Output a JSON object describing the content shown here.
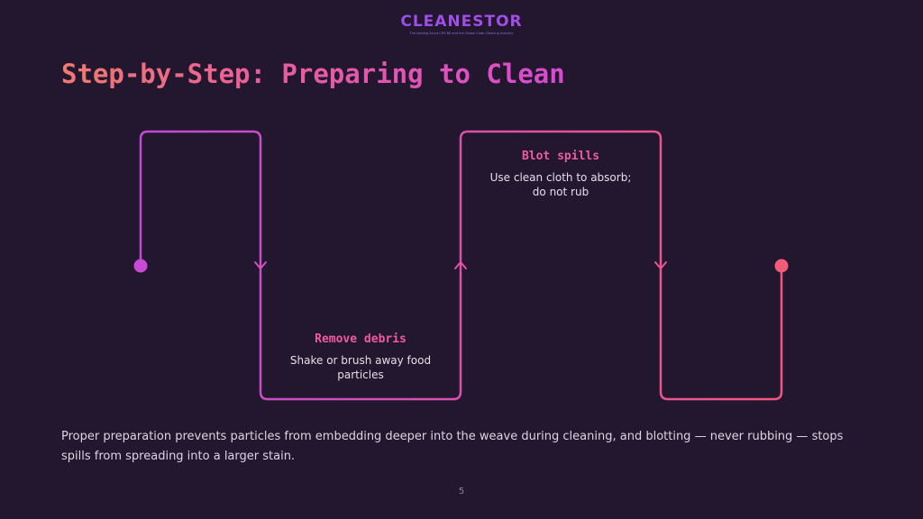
{
  "logo": {
    "name": "CLEANESTOR",
    "tagline": "The leading Scout CH5 BE and the Global Cloth Cleaning Industry"
  },
  "slide": {
    "title": "Step-by-Step: Preparing to Clean",
    "page_number": "5"
  },
  "steps": [
    {
      "title": "Remove debris",
      "description_lines": [
        "Shake or brush away food",
        "particles"
      ]
    },
    {
      "title": "Blot spills",
      "description_lines": [
        "Use clean cloth to absorb;",
        "do not rub"
      ]
    }
  ],
  "caption": {
    "lines": [
      "Proper preparation prevents particles from embedding deeper into the weave during cleaning, and blotting — never rubbing — stops",
      "spills from spreading into a larger stain."
    ]
  },
  "colors": {
    "background": "#22172e",
    "path_start": "#c34ad8",
    "path_end": "#f2587f",
    "step_title": "#ef5ba0"
  }
}
